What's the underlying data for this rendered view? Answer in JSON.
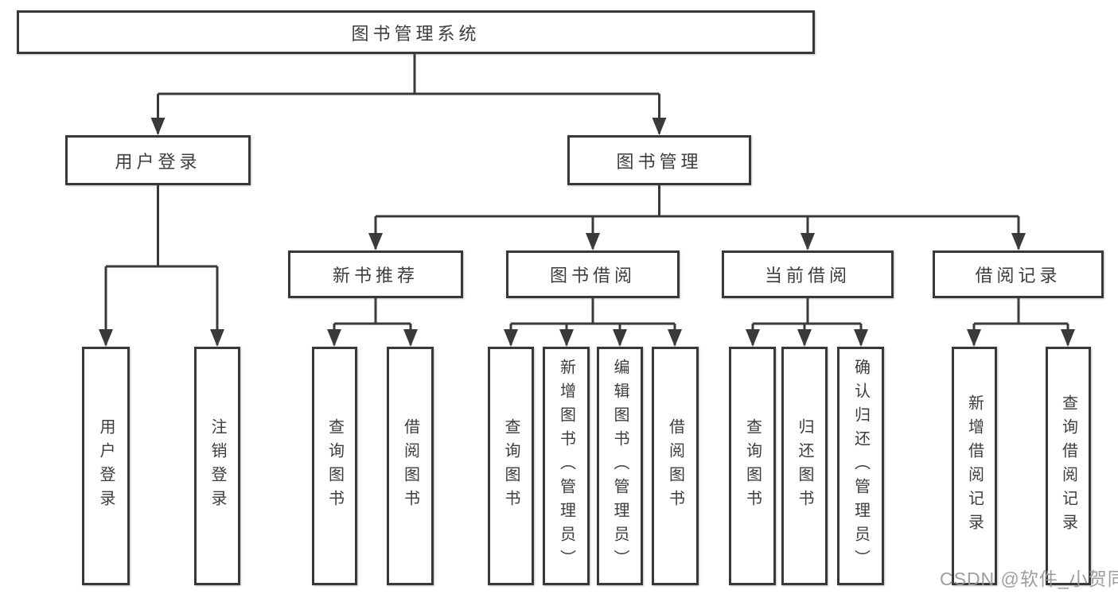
{
  "diagram": {
    "title": "图书管理系统",
    "root": {
      "label": "图书管理系统"
    },
    "branches": [
      {
        "label": "用户登录",
        "children": [
          {
            "label": "用户登录"
          },
          {
            "label": "注销登录"
          }
        ]
      },
      {
        "label": "图书管理",
        "children": [
          {
            "label": "新书推荐",
            "children": [
              {
                "label": "查询图书"
              },
              {
                "label": "借阅图书"
              }
            ]
          },
          {
            "label": "图书借阅",
            "children": [
              {
                "label": "查询图书"
              },
              {
                "label": "新增图书（管理员）"
              },
              {
                "label": "编辑图书（管理员）"
              },
              {
                "label": "借阅图书"
              }
            ]
          },
          {
            "label": "当前借阅",
            "children": [
              {
                "label": "查询图书"
              },
              {
                "label": "归还图书"
              },
              {
                "label": "确认归还（管理员）"
              }
            ]
          },
          {
            "label": "借阅记录",
            "children": [
              {
                "label": "新增借阅记录"
              },
              {
                "label": "查询借阅记录"
              }
            ]
          }
        ]
      }
    ]
  },
  "watermark": {
    "text": "CSDN @软件_小贺同学"
  },
  "colors": {
    "line": "#3a3a3a",
    "box_border": "#383838",
    "text": "#3d3d3d",
    "watermark": "#969696",
    "background": "#ffffff"
  }
}
